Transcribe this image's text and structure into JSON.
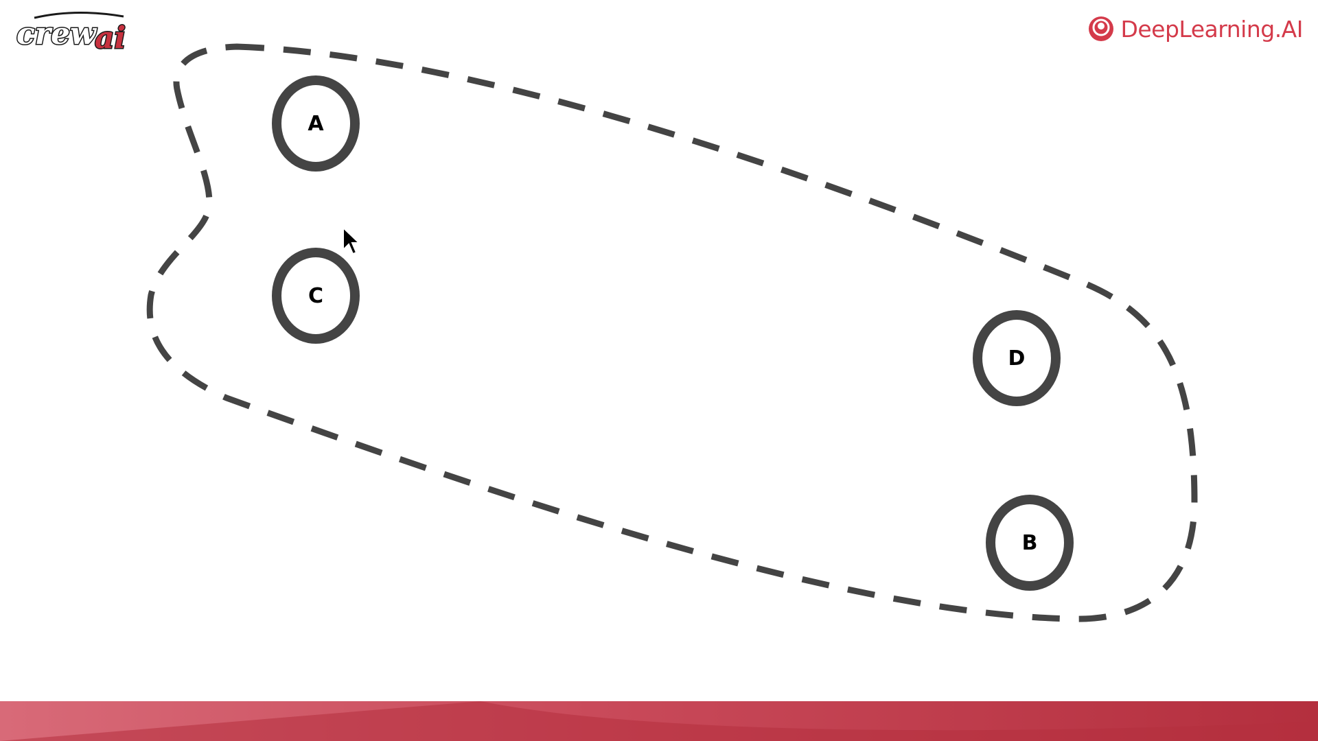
{
  "branding": {
    "crewai_wordmark": "crewai",
    "deeplearning_text": "DeepLearning.AI",
    "accent_color": "#d43a4a",
    "footer_color": "#b42f3e"
  },
  "diagram": {
    "nodes": [
      {
        "id": "A",
        "label": "A"
      },
      {
        "id": "C",
        "label": "C"
      },
      {
        "id": "D",
        "label": "D"
      },
      {
        "id": "B",
        "label": "B"
      }
    ],
    "grouping": "dashed boundary enclosing all nodes",
    "stroke_color": "#444444"
  }
}
